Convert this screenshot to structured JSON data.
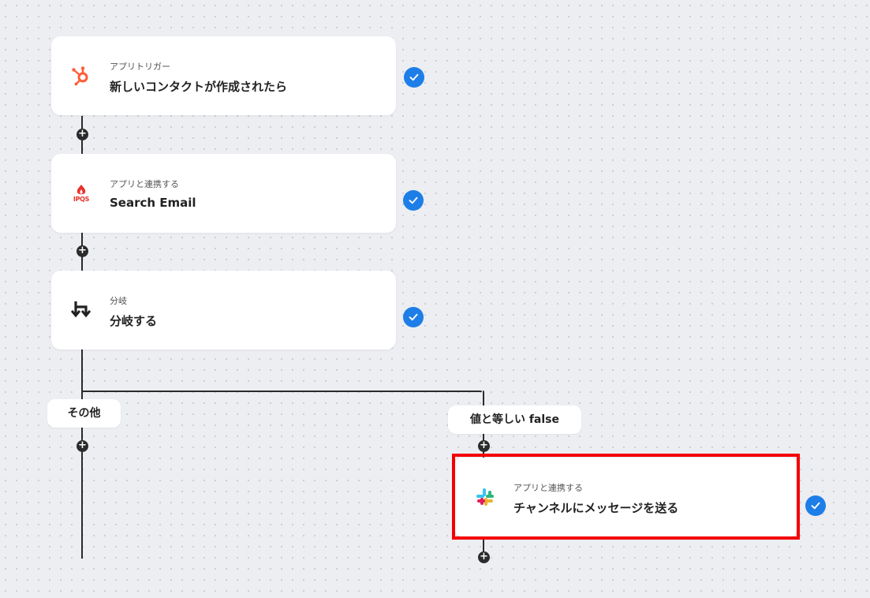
{
  "nodes": [
    {
      "sub": "アプリトリガー",
      "title": "新しいコンタクトが作成されたら",
      "icon": "hubspot-icon"
    },
    {
      "sub": "アプリと連携する",
      "title": "Search Email",
      "icon": "ipqs-icon",
      "icon_text": "IPQS"
    },
    {
      "sub": "分岐",
      "title": "分岐する",
      "icon": "branch-icon"
    },
    {
      "sub": "アプリと連携する",
      "title": "チャンネルにメッセージを送る",
      "icon": "slack-icon"
    }
  ],
  "branches": {
    "left_label": "その他",
    "right_label": "値と等しい false"
  },
  "colors": {
    "check": "#1e7ee8",
    "highlight": "#f40000",
    "hubspot": "#ff5c35",
    "ipqs": "#e8322b",
    "connector": "#2b2b2b"
  }
}
